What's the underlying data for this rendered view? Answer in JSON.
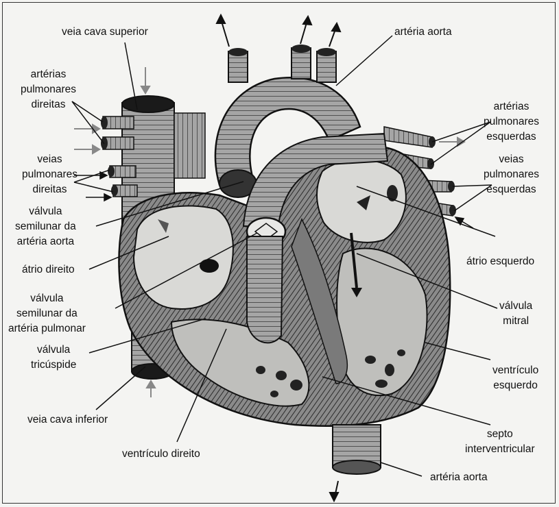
{
  "labels": {
    "veia_cava_superior": "veia cava superior",
    "arteria_aorta_top": "artéria aorta",
    "arterias_pulmonares_direitas": [
      "artérias",
      "pulmonares",
      "direitas"
    ],
    "arterias_pulmonares_esquerdas": [
      "artérias",
      "pulmonares",
      "esquerdas"
    ],
    "veias_pulmonares_direitas": [
      "veias",
      "pulmonares",
      "direitas"
    ],
    "veias_pulmonares_esquerdas": [
      "veias",
      "pulmonares",
      "esquerdas"
    ],
    "valvula_semilunar_aorta": [
      "válvula",
      "semilunar da",
      "artéria aorta"
    ],
    "atrio_direito": "átrio direito",
    "atrio_esquerdo": "átrio esquerdo",
    "valvula_semilunar_pulmonar": [
      "válvula",
      "semilunar da",
      "artéria pulmonar"
    ],
    "valvula_mitral": [
      "válvula",
      "mitral"
    ],
    "valvula_tricuspide": [
      "válvula",
      "tricúspide"
    ],
    "ventriculo_esquerdo": [
      "ventrículo",
      "esquerdo"
    ],
    "veia_cava_inferior": "veia cava inferior",
    "septo_interventricular": [
      "septo",
      "interventricular"
    ],
    "ventriculo_direito": "ventrículo direito",
    "arteria_aorta_bottom": "artéria aorta"
  },
  "colors": {
    "ink": "#111111",
    "vessel_fill": "#9a9a9a",
    "chamber_fill": "#d9d9d6",
    "wall_fill": "#6e6e6e",
    "background": "#f4f4f2"
  }
}
